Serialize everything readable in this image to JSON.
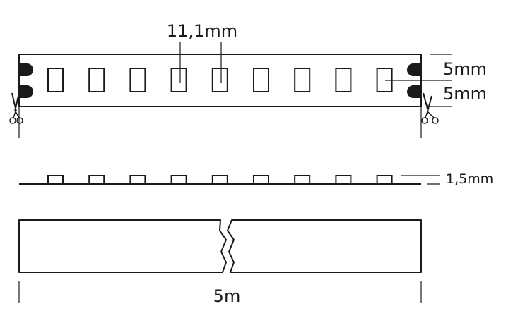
{
  "dimensions": {
    "led_spacing": "11,1mm",
    "half_width_top": "5mm",
    "half_width_bottom": "5mm",
    "thickness": "1,5mm",
    "length": "5m"
  },
  "strip": {
    "led_count": 9
  },
  "icons": {
    "cut_mark_left": "scissors-icon",
    "cut_mark_right": "scissors-icon"
  },
  "colors": {
    "line": "#1a1a1a",
    "background": "#ffffff"
  }
}
